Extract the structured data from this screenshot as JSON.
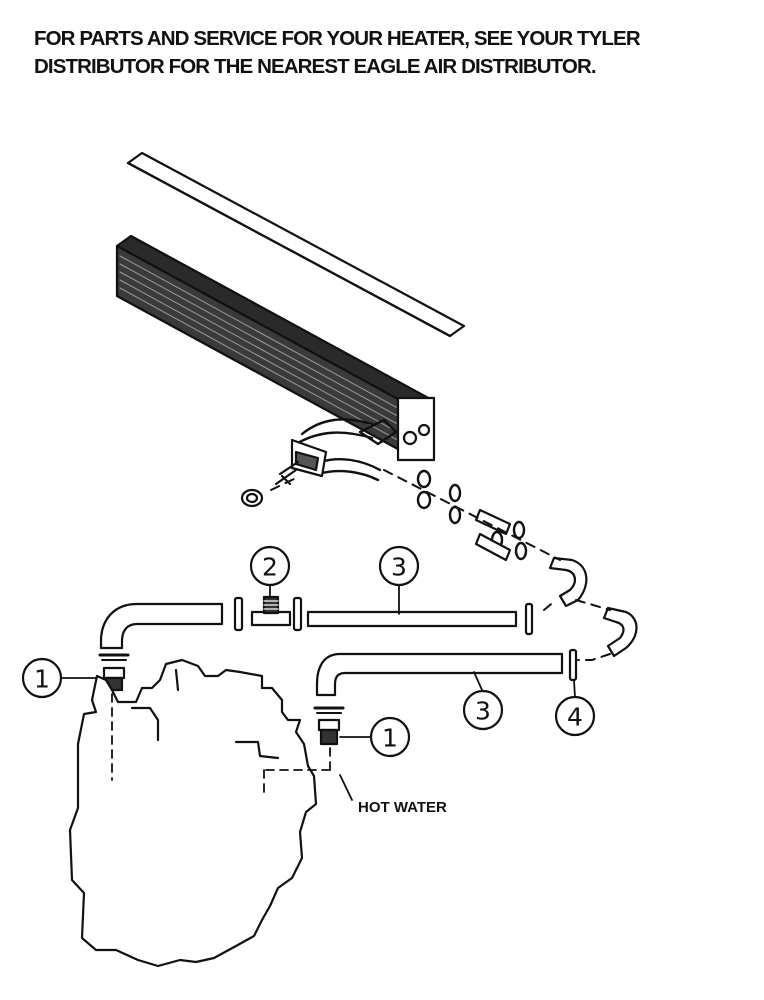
{
  "header": {
    "line1": "FOR PARTS AND SERVICE FOR YOUR HEATER, SEE YOUR TYLER",
    "line2": "DISTRIBUTOR FOR THE NEAREST EAGLE AIR DISTRIBUTOR."
  },
  "callouts": {
    "left_fitting": "1",
    "right_fitting": "1",
    "tee": "2",
    "upper_hose": "3",
    "lower_hose": "3",
    "clamp": "4"
  },
  "labels": {
    "hot_water": "HOT WATER"
  },
  "colors": {
    "ink": "#111111",
    "background": "#ffffff"
  }
}
